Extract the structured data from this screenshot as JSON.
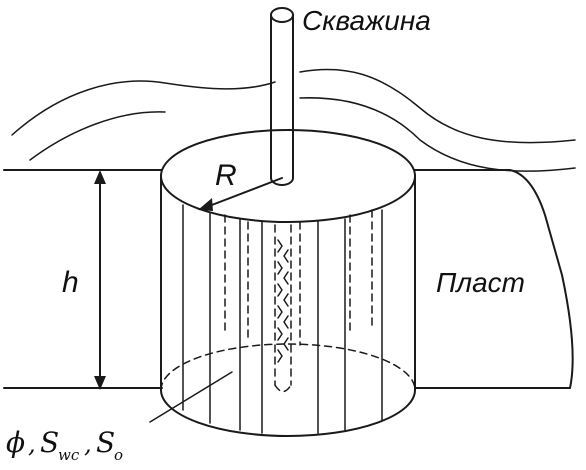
{
  "labels": {
    "well": "Скважина",
    "radius": "R",
    "thickness": "h",
    "formation": "Пласт",
    "porosity": "ϕ",
    "comma": ",",
    "saturation_s": "S",
    "swc_sub": "wc",
    "so_sub": "o"
  }
}
